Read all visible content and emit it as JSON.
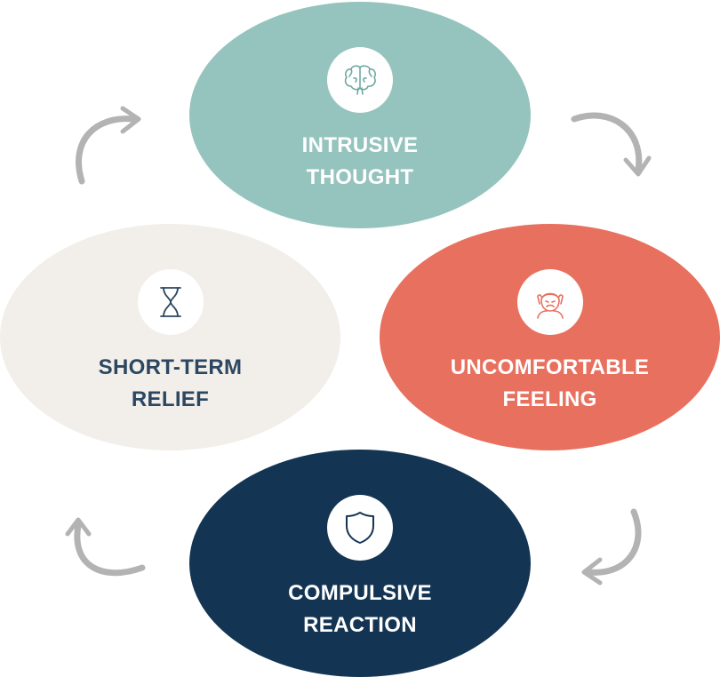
{
  "cycle": {
    "nodes": [
      {
        "id": "intrusive-thought",
        "line1": "INTRUSIVE",
        "line2": "THOUGHT",
        "color": "#95c3be",
        "text_color": "#ffffff",
        "icon": "brain-icon"
      },
      {
        "id": "uncomfortable-feeling",
        "line1": "UNCOMFORTABLE",
        "line2": "FEELING",
        "color": "#e8705f",
        "text_color": "#ffffff",
        "icon": "distressed-face-icon"
      },
      {
        "id": "compulsive-reaction",
        "line1": "COMPULSIVE",
        "line2": "REACTION",
        "color": "#133553",
        "text_color": "#ffffff",
        "icon": "shield-icon"
      },
      {
        "id": "short-term-relief",
        "line1": "SHORT-TERM",
        "line2": "RELIEF",
        "color": "#f2efea",
        "text_color": "#2c4761",
        "icon": "hourglass-icon"
      }
    ],
    "arrow_color": "#b3b3b3",
    "direction": "clockwise"
  }
}
